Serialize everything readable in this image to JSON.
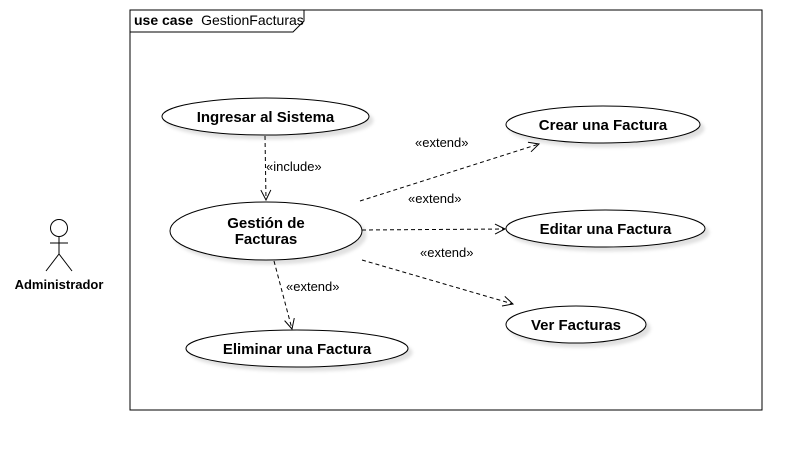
{
  "frame": {
    "keyword": "use case",
    "name": "GestionFacturas"
  },
  "actor": {
    "name": "Administrador"
  },
  "use_cases": {
    "ingresar": "Ingresar al Sistema",
    "gestion_line1": "Gestión de",
    "gestion_line2": "Facturas",
    "crear": "Crear una Factura",
    "editar": "Editar una Factura",
    "ver": "Ver Facturas",
    "eliminar": "Eliminar una Factura"
  },
  "relations": {
    "include": "«include»",
    "extend_crear": "«extend»",
    "extend_editar": "«extend»",
    "extend_ver": "«extend»",
    "extend_eliminar": "«extend»"
  }
}
